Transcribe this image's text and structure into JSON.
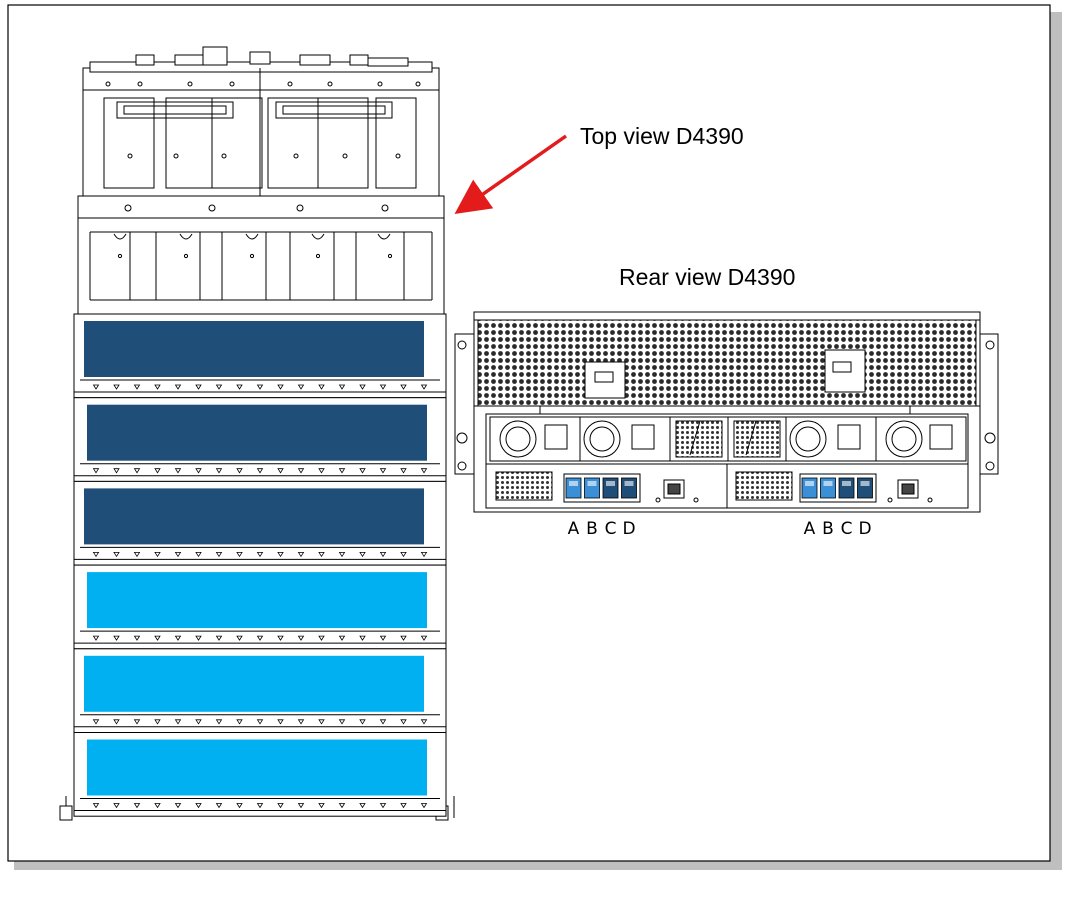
{
  "labels": {
    "top_view": "Top view D4390",
    "rear_view": "Rear view D4390"
  },
  "rear_ports": {
    "left": [
      "A",
      "B",
      "C",
      "D"
    ],
    "right": [
      "A",
      "B",
      "C",
      "D"
    ]
  },
  "drawers": [
    {
      "shade": "dark"
    },
    {
      "shade": "dark"
    },
    {
      "shade": "dark"
    },
    {
      "shade": "light"
    },
    {
      "shade": "light"
    },
    {
      "shade": "light"
    }
  ],
  "colors": {
    "dark_drawer": "#1f4e79",
    "light_drawer": "#00b0f0",
    "arrow": "#e31b1b",
    "port_light": "#3b8fd6",
    "port_dark": "#1f4e79"
  }
}
